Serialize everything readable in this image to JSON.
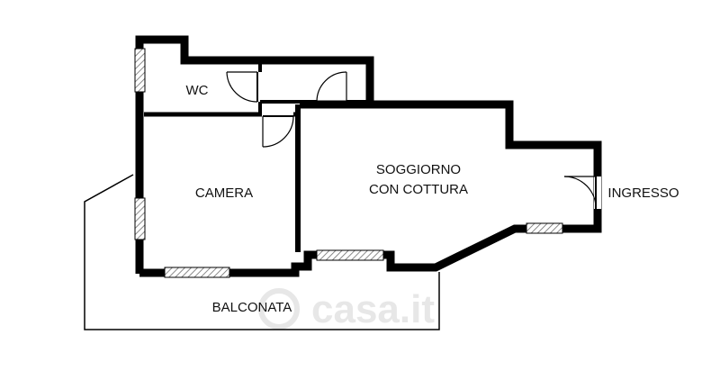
{
  "rooms": {
    "wc": "WC",
    "camera": "CAMERA",
    "soggiorno_line1": "SOGGIORNO",
    "soggiorno_line2": "CON COTTURA",
    "ingresso": "INGRESSO",
    "balconata": "BALCONATA"
  },
  "watermark": "casa.it",
  "colors": {
    "wall": "#000000",
    "window_hatch": "#777777",
    "watermark": "#e7e7e7"
  }
}
